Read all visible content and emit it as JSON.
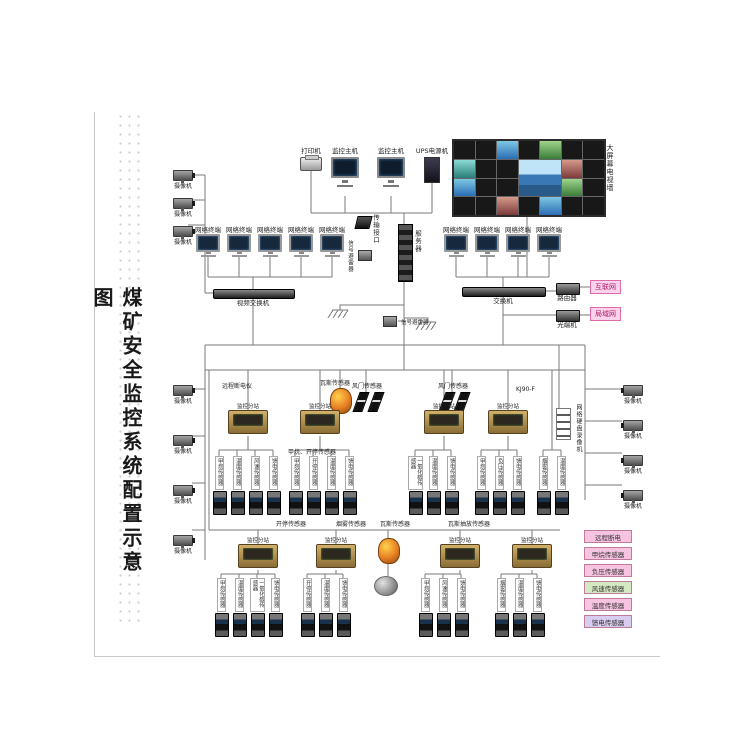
{
  "title": {
    "text": "煤矿安全监控系统配置示意图"
  },
  "top": {
    "devices": [
      "打印机",
      "监控主机",
      "监控主机",
      "UPS电源机"
    ],
    "video_wall_label": "大屏幕电视墙"
  },
  "terminals": {
    "left": [
      "网络终端",
      "网络终端",
      "网络终端",
      "网络终端",
      "网络终端"
    ],
    "right": [
      "网络终端",
      "网络终端",
      "网络终端",
      "网络终端"
    ]
  },
  "network": {
    "transmission": "传输接口",
    "server": "服务器",
    "arrester1": "信号避雷器",
    "arrester2": "信号避雷器",
    "video_switch": "视频交换机",
    "switch": "交换机",
    "router": "路由器",
    "internet": "互联网",
    "optical": "光端机",
    "lan": "局域网",
    "recorder": "网络硬盘录像机"
  },
  "cameras": {
    "left_top": [
      "摄像机",
      "摄像机",
      "摄像机"
    ],
    "left_mid": [
      "摄像机",
      "摄像机",
      "摄像机",
      "摄像机"
    ],
    "right": [
      "摄像机",
      "摄像机",
      "摄像机",
      "摄像机"
    ]
  },
  "row1": {
    "substation_label": "监控分站",
    "device_labels": [
      "远程断电仪",
      "瓦斯传感器",
      "风门传感器",
      "风门传感器",
      "KJ90-F"
    ],
    "group_label": "甲烷、开停传感器",
    "cluster_a": [
      "甲烷传感器",
      "温度传感器",
      "风速传感器",
      "馈电传感器"
    ],
    "cluster_b": [
      "甲烷传感器",
      "开停传感器",
      "温度传感器",
      "馈电传感器"
    ],
    "cluster_c": [
      "一氧化碳传感器",
      "温度传感器",
      "馈电传感器"
    ],
    "cluster_d": [
      "甲烷传感器",
      "负压传感器",
      "馈电传感器"
    ],
    "cluster_e": [
      "烟雾传感器",
      "温度传感器"
    ]
  },
  "row2": {
    "substation_label": "监控分站",
    "device_labels": [
      "开停传感器",
      "烟雾传感器",
      "瓦斯传感器",
      "瓦斯抽放传感器"
    ],
    "cluster_f": [
      "甲烷传感器",
      "温度传感器",
      "一氧化碳传感器",
      "馈电传感器"
    ],
    "cluster_g": [
      "开停传感器",
      "温度传感器",
      "馈电传感器"
    ],
    "cluster_h": [
      "甲烷传感器",
      "风速传感器",
      "馈电传感器"
    ],
    "cluster_i": [
      "烟雾传感器",
      "温度传感器",
      "馈电传感器"
    ]
  },
  "legend": {
    "items": [
      {
        "label": "远程断电",
        "color": "#f6c3e1"
      },
      {
        "label": "甲烷传感器",
        "color": "#f6c3e1"
      },
      {
        "label": "负压传感器",
        "color": "#f6c3e1"
      },
      {
        "label": "风速传感器",
        "color": "#d4e8c2"
      },
      {
        "label": "温度传感器",
        "color": "#f6c3e1"
      },
      {
        "label": "馈电传感器",
        "color": "#d9cdef"
      }
    ]
  }
}
